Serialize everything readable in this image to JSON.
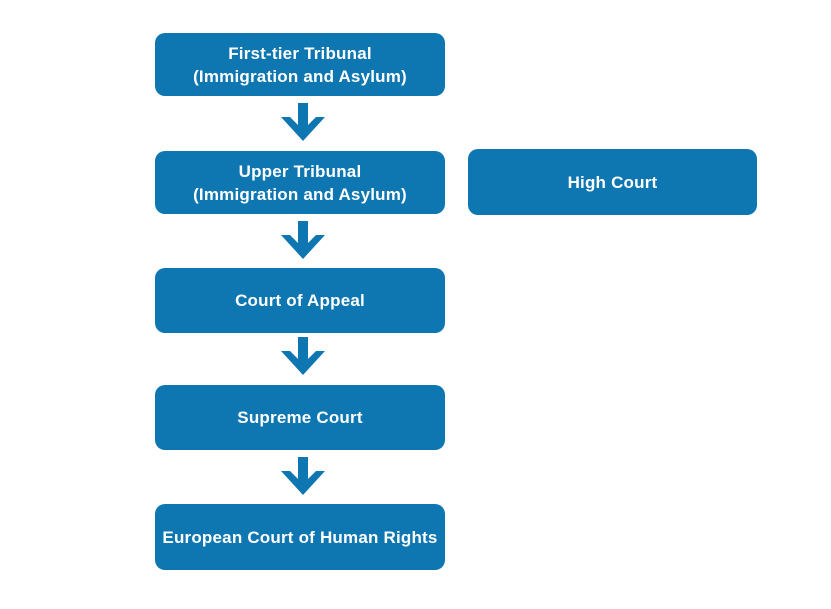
{
  "diagram": {
    "description": "Flowchart of appeal routes through courts for immigration and asylum cases",
    "colors": {
      "box_fill": "#0e76b0",
      "arrow_fill": "#0e76b0",
      "text": "#ffffff",
      "background": "#ffffff"
    },
    "nodes": [
      {
        "id": "first-tier-tribunal",
        "lines": [
          "First-tier Tribunal",
          "(Immigration and Asylum)"
        ]
      },
      {
        "id": "upper-tribunal",
        "lines": [
          "Upper Tribunal",
          "(Immigration and Asylum)"
        ]
      },
      {
        "id": "high-court",
        "lines": [
          "High Court"
        ]
      },
      {
        "id": "court-of-appeal",
        "lines": [
          "Court of Appeal"
        ]
      },
      {
        "id": "supreme-court",
        "lines": [
          "Supreme Court"
        ]
      },
      {
        "id": "european-court-of-human-rights",
        "lines": [
          "European Court of Human Rights"
        ]
      }
    ],
    "arrows": [
      {
        "from": "first-tier-tribunal",
        "to": "upper-tribunal"
      },
      {
        "from": "upper-tribunal",
        "to": "court-of-appeal"
      },
      {
        "from": "court-of-appeal",
        "to": "supreme-court"
      },
      {
        "from": "supreme-court",
        "to": "european-court-of-human-rights"
      }
    ]
  }
}
